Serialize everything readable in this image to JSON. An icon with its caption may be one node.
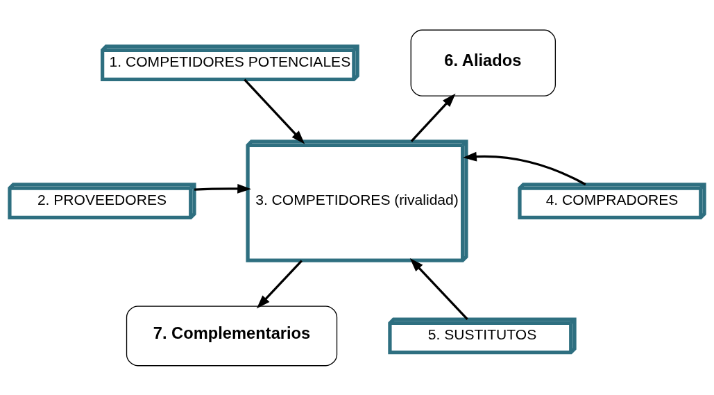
{
  "diagram": {
    "nodes": [
      {
        "text": [
          "1. COMPETIDORES POTENCIALES"
        ]
      },
      {
        "text": [
          "6. Aliados"
        ]
      },
      {
        "text": [
          "2. PROVEEDORES"
        ]
      },
      {
        "text": [
          "3. COMPETIDORES (rivalidad)"
        ]
      },
      {
        "text": [
          "4. COMPRADORES"
        ]
      },
      {
        "text": [
          "7. Complementarios"
        ]
      },
      {
        "text": [
          "5. SUSTITUTOS"
        ]
      }
    ],
    "edges": [
      {
        "from": 0,
        "to": 3,
        "arrow": "to"
      },
      {
        "from": 3,
        "to": 1,
        "arrow": "to"
      },
      {
        "from": 2,
        "to": 3,
        "arrow": "to"
      },
      {
        "from": 4,
        "to": 3,
        "arrow": "to"
      },
      {
        "from": 6,
        "to": 3,
        "arrow": "to"
      },
      {
        "from": 3,
        "to": 5,
        "arrow": "to"
      }
    ]
  }
}
